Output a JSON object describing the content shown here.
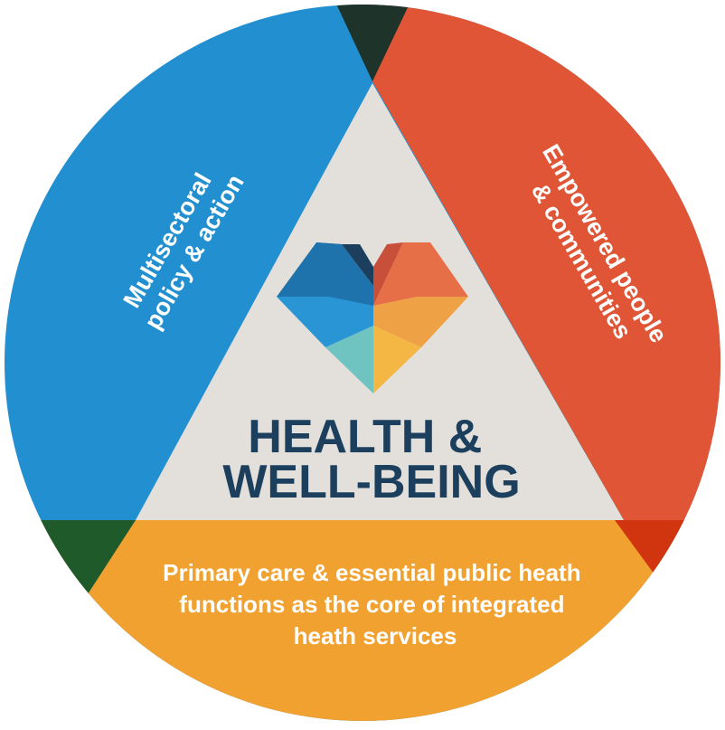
{
  "segments": {
    "left": {
      "lines": [
        "Multisectoral",
        "policy & action"
      ],
      "color": "#2290d0"
    },
    "right": {
      "lines": [
        "Empowered people",
        "& communities"
      ],
      "color": "#e05535"
    },
    "bottom": {
      "lines": [
        "Primary care & essential public heath",
        "functions as the core of integrated",
        "heath services"
      ],
      "color": "#f1a12f"
    }
  },
  "center": {
    "lines": [
      "HEALTH &",
      "WELL-BEING"
    ],
    "triangle_color": "#e3dfdb",
    "text_color": "#1c3f5d"
  },
  "overlap_colors": {
    "top": "#1e342b",
    "bottom_left": "#1f5a2a",
    "bottom_right": "#d1350f"
  },
  "heart": {
    "colors": [
      "#1e73ad",
      "#1c3f5d",
      "#c8503a",
      "#e76f47",
      "#eea145",
      "#f5b744",
      "#6fc3c0",
      "#2a95d5"
    ]
  }
}
